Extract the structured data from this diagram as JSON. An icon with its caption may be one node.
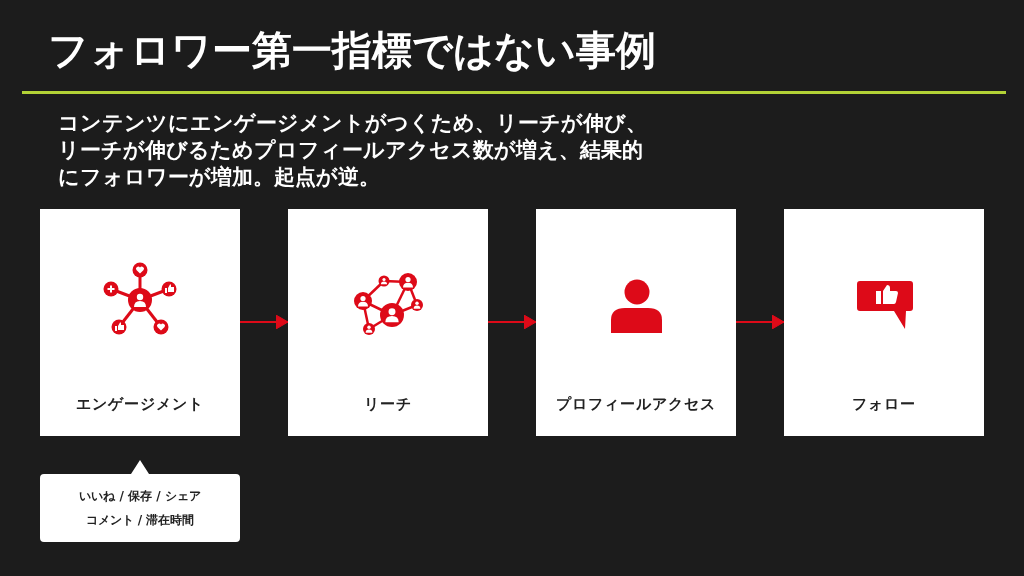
{
  "diagram": {
    "title": "フォロワー第一指標ではない事例",
    "nodes": [
      {
        "text": [
          "エンゲージメント"
        ]
      },
      {
        "text": [
          "リーチ"
        ]
      },
      {
        "text": [
          "プロフィールアクセス"
        ]
      },
      {
        "text": [
          "フォロー"
        ]
      },
      {
        "text": [
          "いいね / 保存 / シェア",
          "コメント / 滞在時間"
        ]
      }
    ],
    "edges": [
      {
        "from": 0,
        "to": 1,
        "arrow": "to"
      },
      {
        "from": 1,
        "to": 2,
        "arrow": "to"
      },
      {
        "from": 2,
        "to": 3,
        "arrow": "to"
      }
    ],
    "labels": [
      "コンテンツにエンゲージメントがつくため、リーチが伸び、リーチが伸びるためプロフィールアクセス数が増え、結果的にフォロワーが増加。起点が逆。"
    ]
  }
}
